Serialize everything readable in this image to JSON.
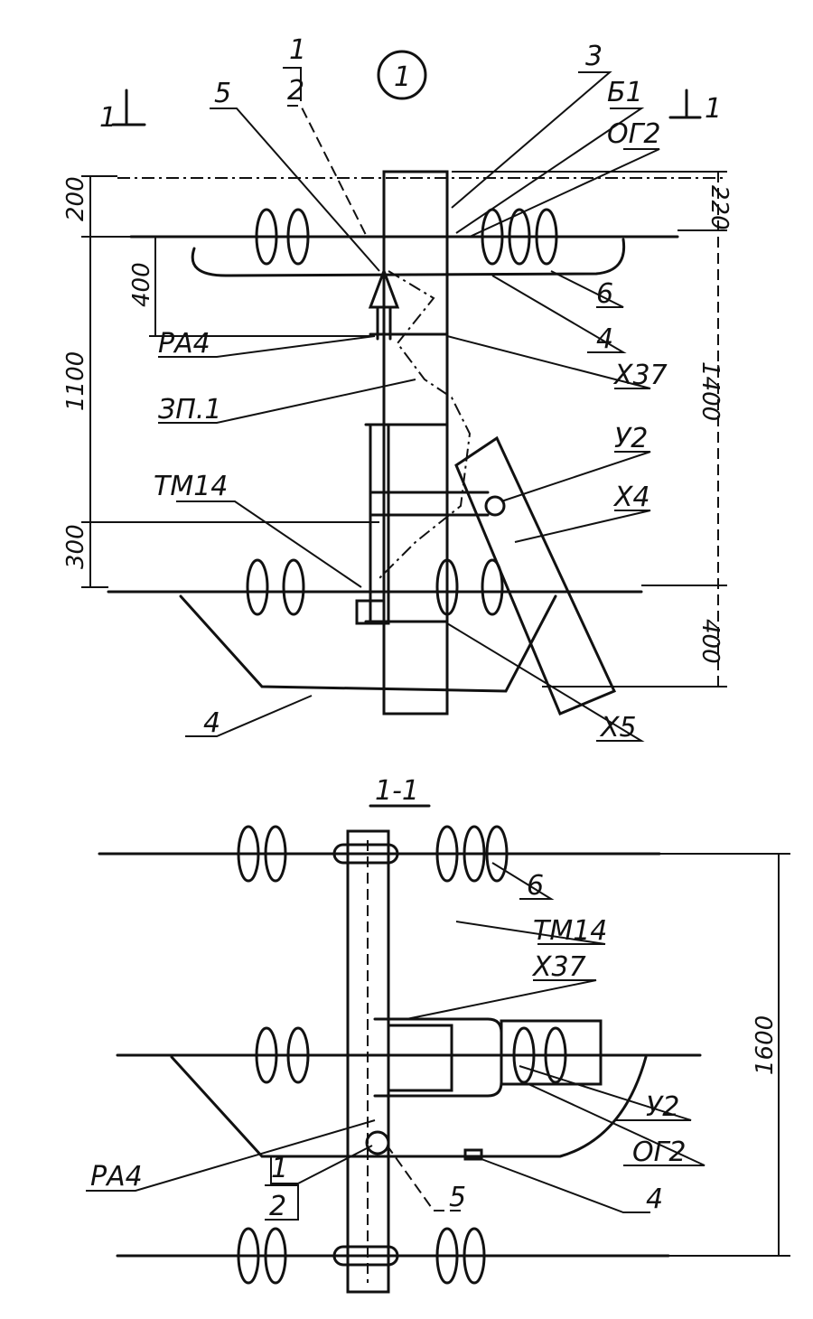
{
  "top_view": {
    "circle_mark": "1",
    "section_left": "1",
    "section_right": "1",
    "labels": {
      "item5": "5",
      "fraction_top": "1",
      "fraction_bottom": "2",
      "item3": "3",
      "b1": "Б1",
      "og2": "ОГ2",
      "item6": "6",
      "item4_upper": "4",
      "ra4": "РА4",
      "zp1": "ЗП.1",
      "x37": "Х37",
      "u2": "У2",
      "tm14": "ТМ14",
      "x4": "Х4",
      "item4_lower": "4",
      "x5": "Х5"
    },
    "dimensions": {
      "left_200": "200",
      "left_400": "400",
      "left_1100": "1100",
      "left_300": "300",
      "right_220": "220",
      "right_1400": "1400",
      "right_400": "400"
    }
  },
  "section_view": {
    "title": "1-1",
    "labels": {
      "item6": "6",
      "tm14": "ТМ14",
      "x37": "Х37",
      "u2": "У2",
      "og2": "ОГ2",
      "ra4": "РА4",
      "fraction_top": "1",
      "fraction_bottom": "2",
      "item5": "5",
      "item4": "4"
    },
    "dimensions": {
      "height_1600": "1600"
    }
  }
}
